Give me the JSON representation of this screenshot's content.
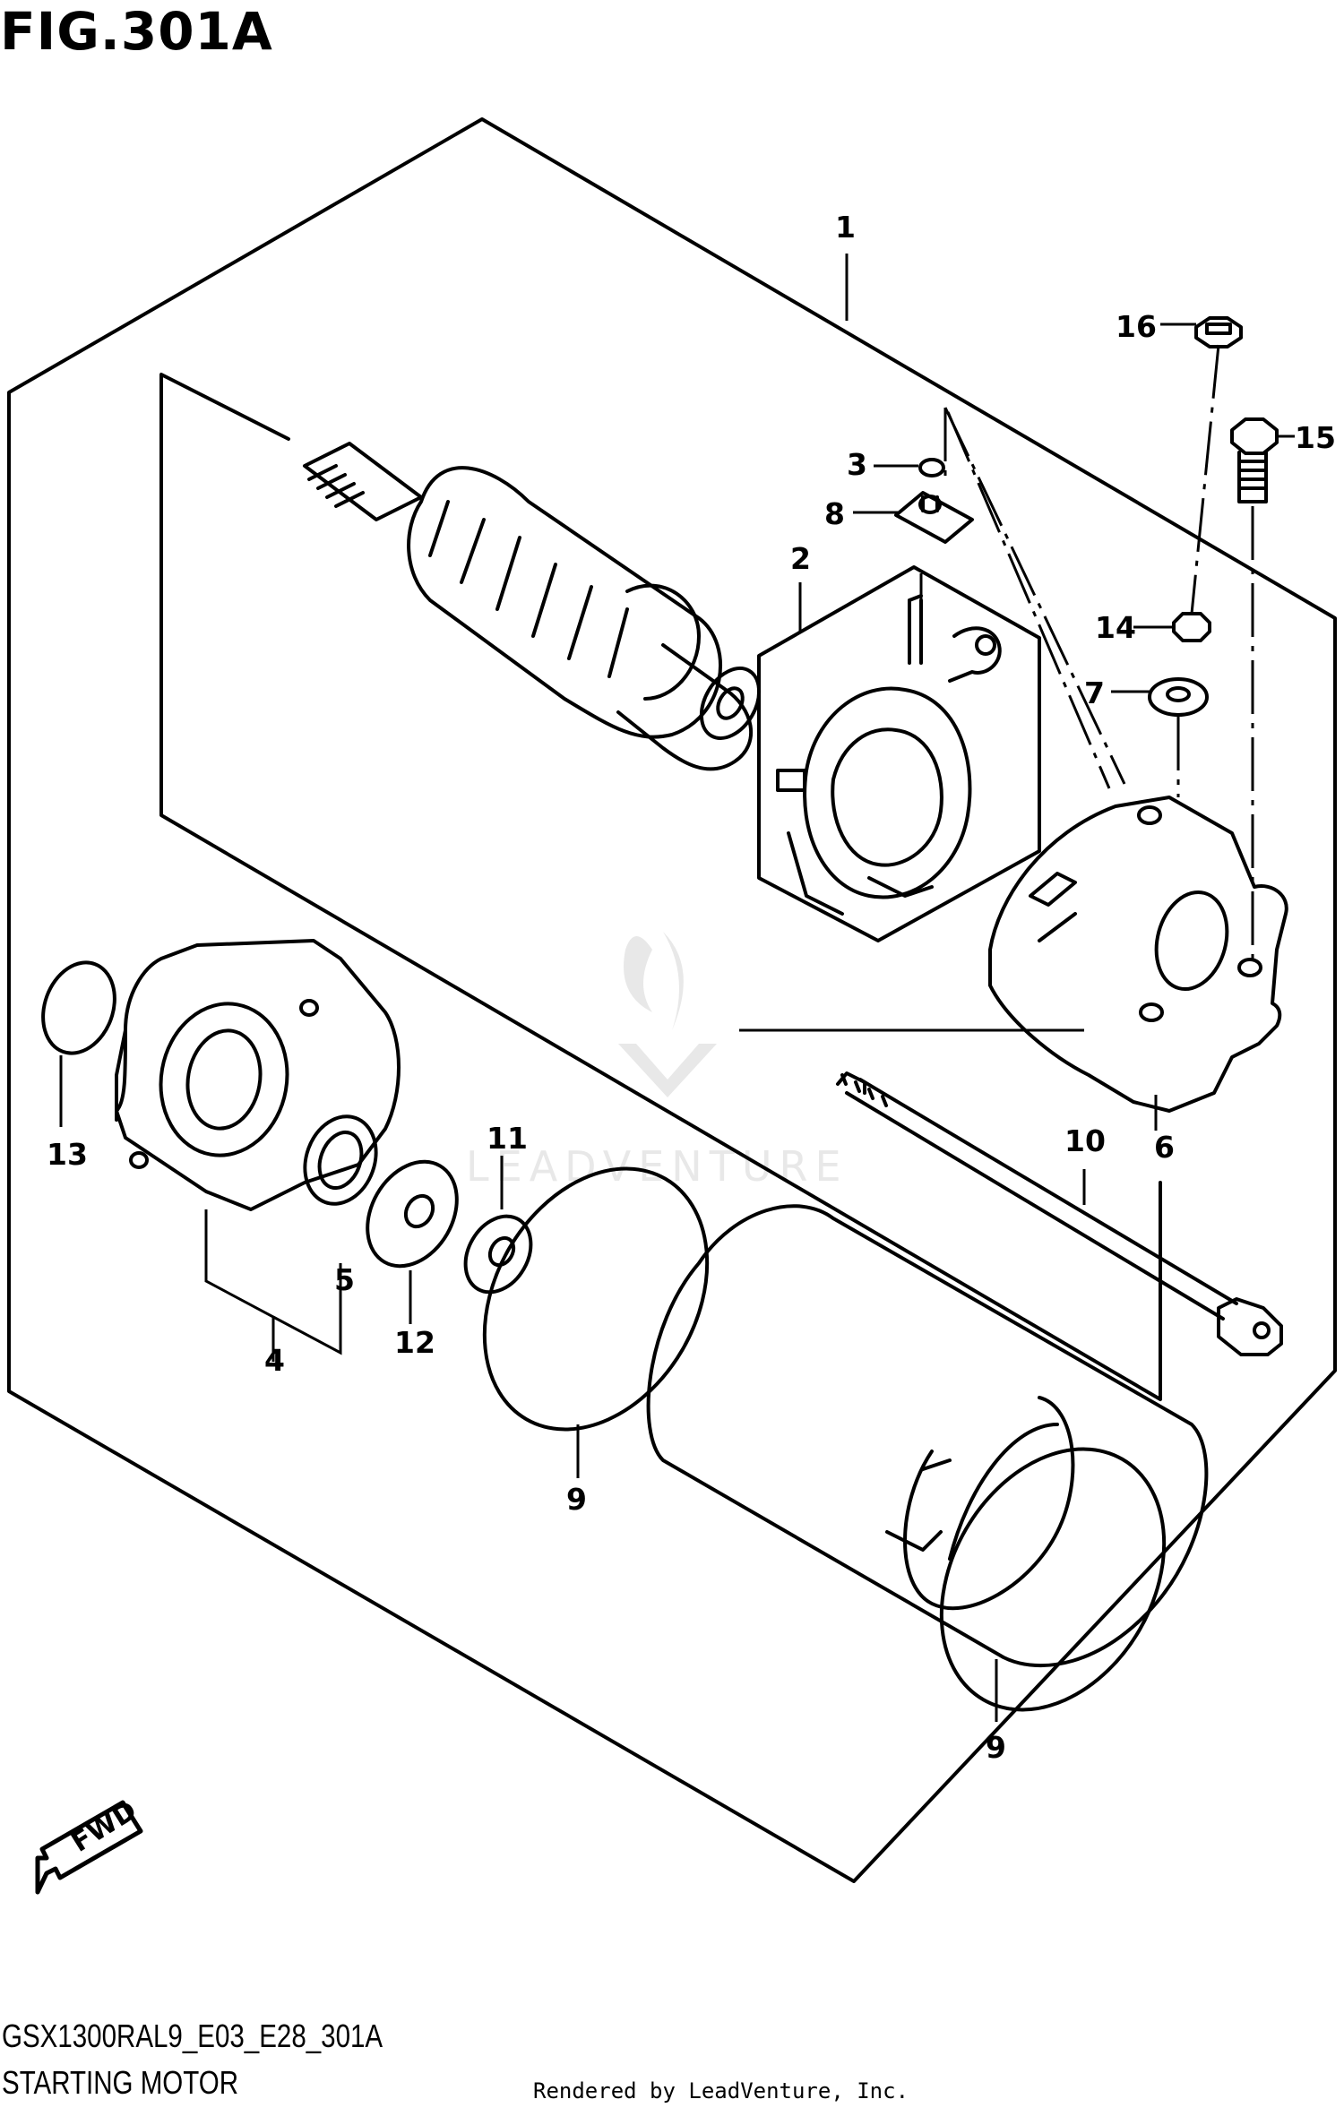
{
  "figure": {
    "title": "FIG.301A"
  },
  "callouts": [
    "1",
    "2",
    "3",
    "4",
    "5",
    "6",
    "7",
    "8",
    "9",
    "9",
    "10",
    "11",
    "12",
    "13",
    "14",
    "15",
    "16"
  ],
  "fwd_label": "FWD",
  "watermark": "LEADVENTURE",
  "footer": {
    "model_code": "GSX1300RAL9_E03_E28_301A",
    "section_name": "STARTING MOTOR",
    "credit": "Rendered by LeadVenture, Inc."
  }
}
